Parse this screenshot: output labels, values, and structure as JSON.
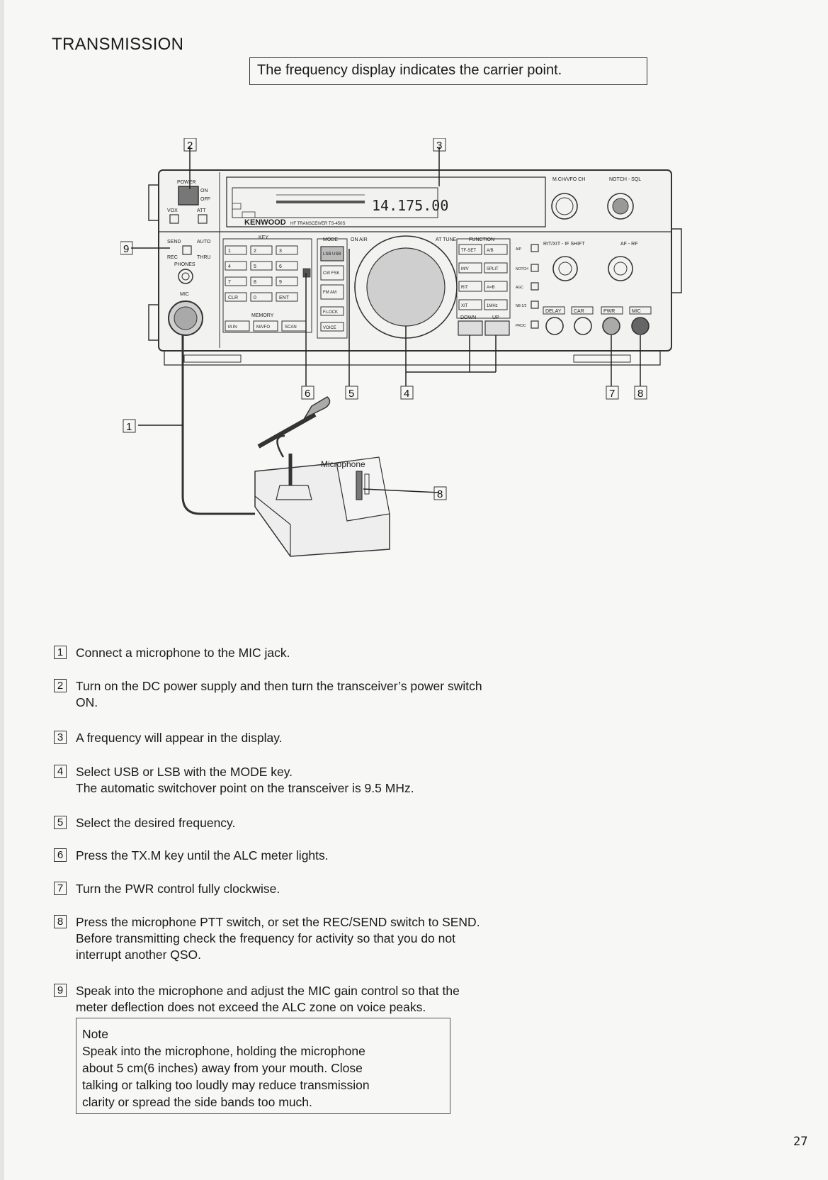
{
  "page": {
    "title": "TRANSMISSION",
    "notice": "The frequency display indicates the carrier point.",
    "page_number": "27"
  },
  "diagram": {
    "callouts": [
      "1",
      "2",
      "3",
      "4",
      "5",
      "6",
      "7",
      "8",
      "9",
      "8"
    ],
    "microphone_label": "Microphone",
    "panel": {
      "power": "POWER",
      "on": "ON",
      "off": "OFF",
      "vox": "VOX",
      "att": "ATT",
      "send": "SEND",
      "auto": "AUTO",
      "rec": "REC",
      "thru": "THRU",
      "phones": "PHONES",
      "mic": "MIC",
      "brand": "KENWOOD",
      "model": "HF TRANSCEIVER TS-450S",
      "freq_display": "14.175.00",
      "key": "KEY",
      "mode": "MODE",
      "on_air": "ON AIR",
      "at_tune": "AT TUNE",
      "function": "FUNCTION",
      "memory": "MEMORY",
      "keypad": [
        "1",
        "2",
        "3",
        "4",
        "5",
        "6",
        "7",
        "8",
        "9",
        "CLR",
        "0",
        "ENT"
      ],
      "memory_keys": [
        "M.IN",
        "M/VFO",
        "SCAN"
      ],
      "mode_keys": [
        "LSB USB",
        "CW FSK",
        "FM AM",
        "F.LOCK",
        "VOICE"
      ],
      "function_keys": [
        "TF-SET",
        "A/B",
        "M/V",
        "SPLIT",
        "RIT",
        "A=B",
        "XIT",
        "1MHz"
      ],
      "down": "DOWN",
      "up": "UP",
      "left_keys": [
        "AIP",
        "NOTCH",
        "AGC",
        "NB 1/2",
        "PROC"
      ],
      "top_right": "M.CH/VFO CH",
      "notch_sql": "NOTCH - SQL",
      "rit_xit": "RIT/XIT - IF SHIFT",
      "af_rf": "AF - RF",
      "knob_labels": [
        "DELAY",
        "CAR",
        "PWR",
        "MIC"
      ]
    }
  },
  "steps": [
    {
      "num": "1",
      "lines": [
        "Connect a microphone to the MIC jack."
      ]
    },
    {
      "num": "2",
      "lines": [
        "Turn on the DC power supply and then turn the transceiver’s power switch",
        "ON."
      ]
    },
    {
      "num": "3",
      "lines": [
        "A frequency will appear in the display."
      ]
    },
    {
      "num": "4",
      "lines": [
        "Select USB or LSB with the MODE key.",
        "The automatic switchover point on the transceiver is 9.5 MHz."
      ]
    },
    {
      "num": "5",
      "lines": [
        "Select the desired frequency."
      ]
    },
    {
      "num": "6",
      "lines": [
        "Press the TX.M key until the ALC meter lights."
      ]
    },
    {
      "num": "7",
      "lines": [
        "Turn the PWR control fully clockwise."
      ]
    },
    {
      "num": "8",
      "lines": [
        "Press the microphone PTT switch, or set the REC/SEND switch to SEND.",
        "Before transmitting check the frequency for activity so that you do not",
        "interrupt another QSO."
      ]
    },
    {
      "num": "9",
      "lines": [
        "Speak into the microphone and adjust the MIC gain control so that the",
        "meter deflection does not exceed the ALC zone on voice peaks."
      ]
    }
  ],
  "note": {
    "title": "Note",
    "lines": [
      "Speak into the microphone, holding the microphone",
      "about 5 cm(6 inches) away from your mouth. Close",
      "talking or talking too loudly may reduce transmission",
      "clarity or spread the side bands too much."
    ]
  }
}
